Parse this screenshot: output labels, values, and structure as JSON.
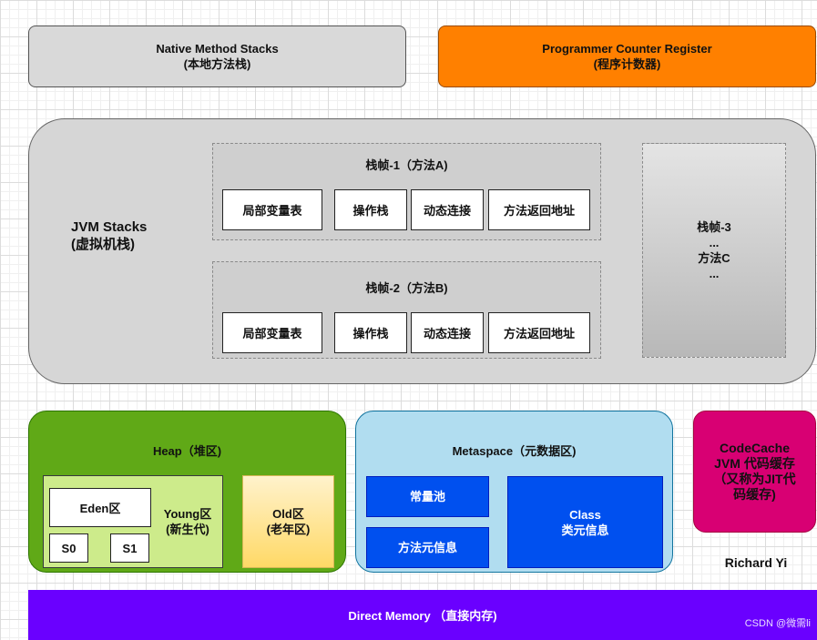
{
  "native": {
    "title": "Native Method Stacks",
    "subtitle": "(本地方法栈)"
  },
  "pcr": {
    "title": "Programmer Counter Register",
    "subtitle": "(程序计数器)"
  },
  "jvm": {
    "title": "JVM Stacks",
    "subtitle": "(虚拟机栈)",
    "frame1": {
      "title": "栈帧-1（方法A)",
      "cells": [
        "局部变量表",
        "操作栈",
        "动态连接",
        "方法返回地址"
      ]
    },
    "frame2": {
      "title": "栈帧-2（方法B)",
      "cells": [
        "局部变量表",
        "操作栈",
        "动态连接",
        "方法返回地址"
      ]
    },
    "frame3": {
      "line1": "栈帧-3",
      "line2": "...",
      "line3": "方法C",
      "line4": "..."
    }
  },
  "heap": {
    "title": "Heap（堆区)",
    "eden": "Eden区",
    "s0": "S0",
    "s1": "S1",
    "young_line1": "Young区",
    "young_line2": "(新生代)",
    "old_line1": "Old区",
    "old_line2": "(老年区)"
  },
  "metaspace": {
    "title": "Metaspace（元数据区)",
    "constant_pool": "常量池",
    "method_meta": "方法元信息",
    "class_line1": "Class",
    "class_line2": "类元信息"
  },
  "codecache": {
    "line1": "CodeCache",
    "line2": "JVM 代码缓存",
    "line3": "（又称为JIT代",
    "line4": "码缓存)"
  },
  "author": "Richard Yi",
  "direct_memory": "Direct Memory （直接内存)",
  "watermark": "CSDN @微需li",
  "colors": {
    "native": "#d9d9d9",
    "pcr": "#ff8000",
    "jvm": "#d6d6d6",
    "heap": "#60a917",
    "young": "#cdeb8b",
    "old": "#ffd966",
    "metaspace": "#b1ddf0",
    "metaspace_boxes": "#0050ef",
    "codecache": "#d80073",
    "direct_memory": "#6a00ff"
  }
}
